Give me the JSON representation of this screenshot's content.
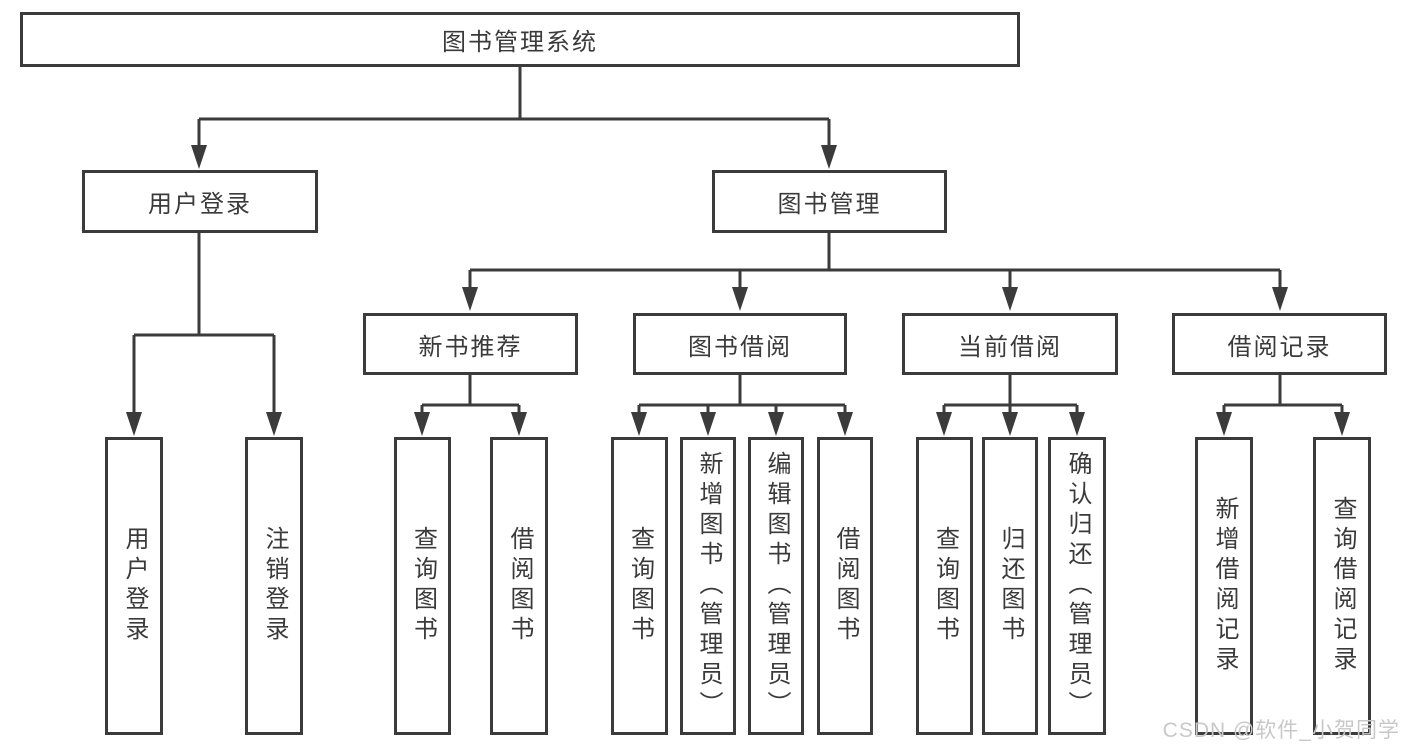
{
  "title": "图书管理系统",
  "level2": {
    "user_login": "用户登录",
    "book_mgmt": "图书管理"
  },
  "level3": {
    "new_book_rec": "新书推荐",
    "book_borrow": "图书借阅",
    "current_borrow": "当前借阅",
    "borrow_records": "借阅记录"
  },
  "leaves": {
    "user_login": {
      "login": "用户登录",
      "logout": "注销登录"
    },
    "new_book_rec": {
      "query": "查询图书",
      "borrow": "借阅图书"
    },
    "book_borrow": {
      "query": "查询图书",
      "add": "新增图书（管理员）",
      "edit": "编辑图书（管理员）",
      "borrow": "借阅图书"
    },
    "current_borrow": {
      "query": "查询图书",
      "return": "归还图书",
      "confirm": "确认归还（管理员）"
    },
    "borrow_records": {
      "add": "新增借阅记录",
      "query": "查询借阅记录"
    }
  },
  "watermark": "CSDN @软件_小贺同学",
  "colors": {
    "line": "#3b3b3b",
    "box_border": "#3b3b3b",
    "text": "#3a3a3a",
    "watermark": "#c8c8c8",
    "background": "#ffffff"
  }
}
